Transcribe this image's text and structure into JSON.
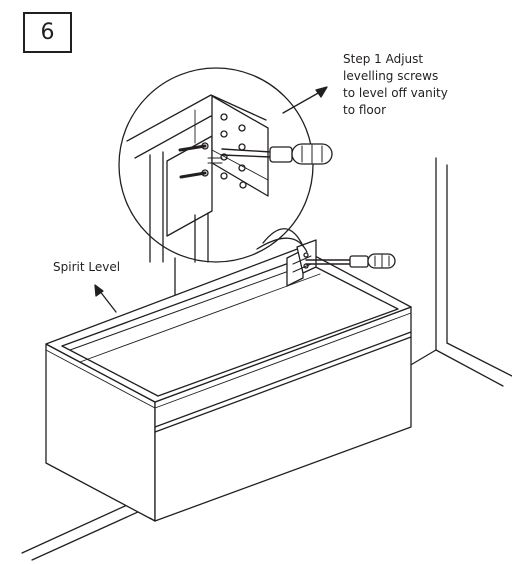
{
  "step": {
    "number": "6"
  },
  "callout": {
    "lines": [
      "Step 1 Adjust",
      "levelling screws",
      "to level off vanity",
      "to floor"
    ]
  },
  "labels": {
    "spirit_level": "Spirit Level"
  },
  "colors": {
    "line": "#231f20",
    "background": "#ffffff"
  },
  "icons": [
    "screwdriver-icon",
    "arrow-icon"
  ]
}
